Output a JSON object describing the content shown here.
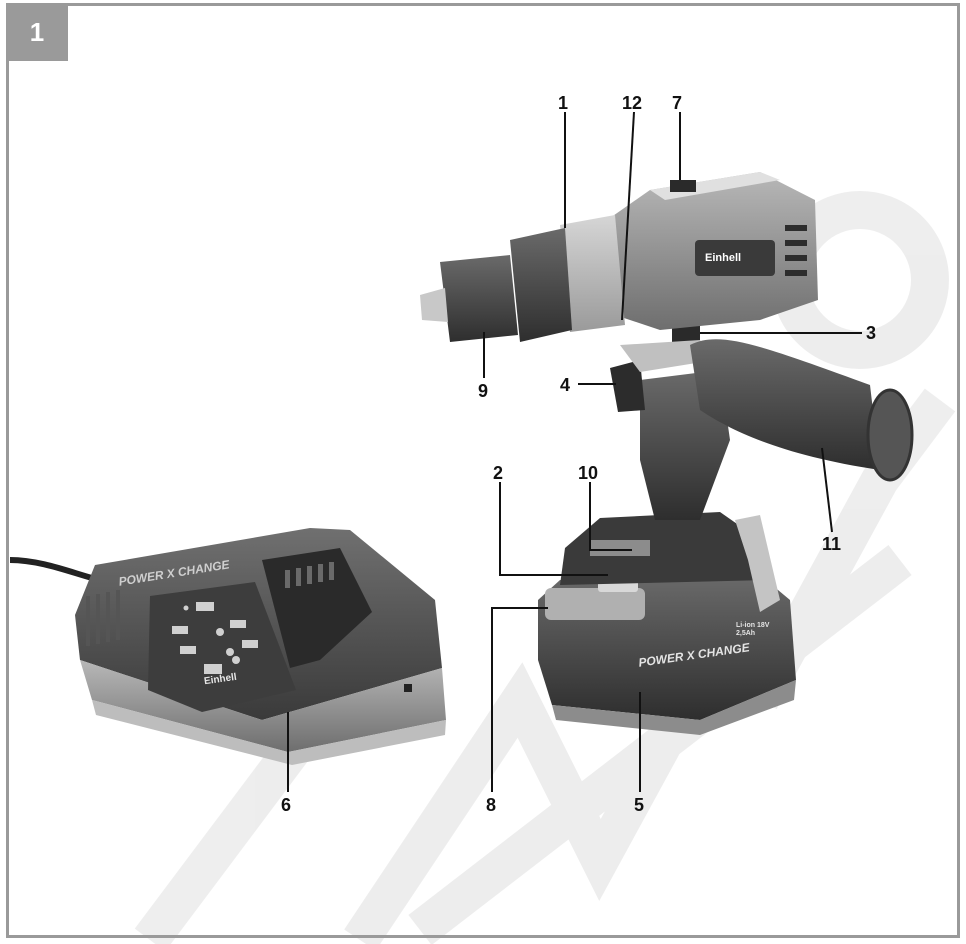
{
  "figure": {
    "number": "1"
  },
  "callouts": {
    "c1": "1",
    "c12": "12",
    "c7": "7",
    "c3": "3",
    "c9": "9",
    "c4": "4",
    "c2": "2",
    "c10": "10",
    "c11": "11",
    "c8": "8",
    "c6": "6",
    "c5": "5"
  },
  "branding": {
    "power_x_change": "POWER X CHANGE",
    "brand": "Einhell",
    "battery_spec": "Li-ion 18V 2,5Ah"
  },
  "colors": {
    "frame": "#9a9a9a",
    "body_dark": "#4a4a4a",
    "body_light": "#8a8a8a",
    "charger_base": "#a8a8a8"
  }
}
